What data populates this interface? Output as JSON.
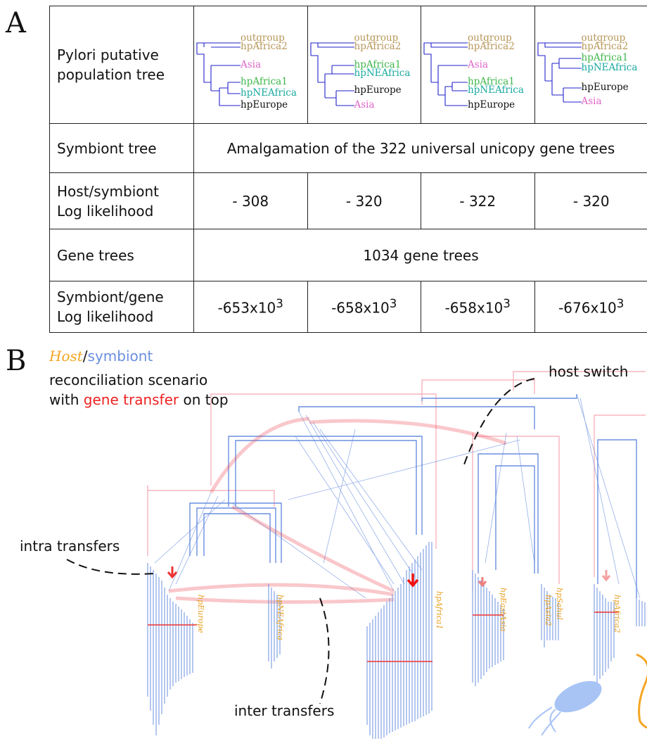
{
  "panel_a": {
    "letter": "A",
    "rows": {
      "pop_tree": {
        "label_1": "Pylori putative",
        "label_2": "population tree"
      },
      "symbiont_tree": {
        "label": "Symbiont tree",
        "value": "Amalgamation of the 322 universal unicopy gene trees"
      },
      "host_ll": {
        "label_1": "Host/symbiont",
        "label_2": "Log likelihood",
        "values": [
          "- 308",
          "- 320",
          "- 322",
          "- 320"
        ]
      },
      "gene_trees": {
        "label": "Gene trees",
        "value": "1034 gene trees"
      },
      "sym_gene_ll": {
        "label_1": "Symbiont/gene",
        "label_2": "Log likelihood",
        "values": [
          {
            "base": "-653x10",
            "exp": "3"
          },
          {
            "base": "-658x10",
            "exp": "3"
          },
          {
            "base": "-658x10",
            "exp": "3"
          },
          {
            "base": "-676x10",
            "exp": "3"
          }
        ]
      }
    },
    "trees": [
      {
        "leaves": [
          "outgroup",
          "hpAfrica2",
          "Asia",
          "hpAfrica1",
          "hpNEAfrica",
          "hpEurope"
        ]
      },
      {
        "leaves": [
          "outgroup",
          "hpAfrica2",
          "hpAfrica1",
          "hpNEAfrica",
          "hpEurope",
          "Asia"
        ]
      },
      {
        "leaves": [
          "outgroup",
          "hpAfrica2",
          "Asia",
          "hpAfrica1",
          "hpNEAfrica",
          "hpEurope"
        ]
      },
      {
        "leaves": [
          "outgroup",
          "hpAfrica2",
          "hpAfrica1",
          "hpNEAfrica",
          "hpEurope",
          "Asia"
        ]
      }
    ],
    "leaf_colors": {
      "outgroup": "#b8975a",
      "hpAfrica2": "#b8975a",
      "Asia": "#e066c8",
      "hpAfrica1": "#3fb64a",
      "hpNEAfrica": "#1aa9a0",
      "hpEurope": "#111111"
    },
    "branch_color": "#2222cc"
  },
  "panel_b": {
    "letter": "B",
    "title_host": "Host",
    "title_sep": "/",
    "title_symbiont": "symbiont",
    "line2": "reconciliation scenario",
    "line3_pre": "with ",
    "line3_red": "gene transfer",
    "line3_post": " on top",
    "ann_host_switch": "host switch",
    "ann_intra": "intra transfers",
    "ann_inter": "inter transfers",
    "clade_labels": [
      "hpEurope",
      "hpNEAfrica",
      "hpAfrica1",
      "hpEastAsia",
      "hpAsia2",
      "hpSahul",
      "hpAfrica2"
    ],
    "colors": {
      "host": "#f5a623",
      "symbiont": "#6a8fe0",
      "transfer": "#ee2222"
    }
  }
}
